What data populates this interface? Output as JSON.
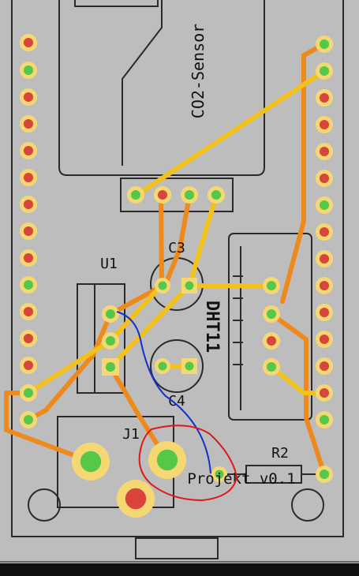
{
  "board": {
    "labels": {
      "co2_sensor": "CO2-Sensor",
      "u1": "U1",
      "c3": "C3",
      "c4": "C4",
      "dht11": "DHT11",
      "j1": "J1",
      "r2": "R2",
      "project": "Projekt v0.1"
    },
    "colors": {
      "board": "#bdbdbd",
      "outline": "#2a2a2a",
      "trace_top": "#f2c21a",
      "trace_bottom": "#ee8a1c",
      "pad_ring": "#f6d872",
      "pad_green": "#55c84a",
      "pad_red": "#d9443c",
      "annotation_red": "#e01818",
      "annotation_blue": "#1430c8"
    }
  }
}
